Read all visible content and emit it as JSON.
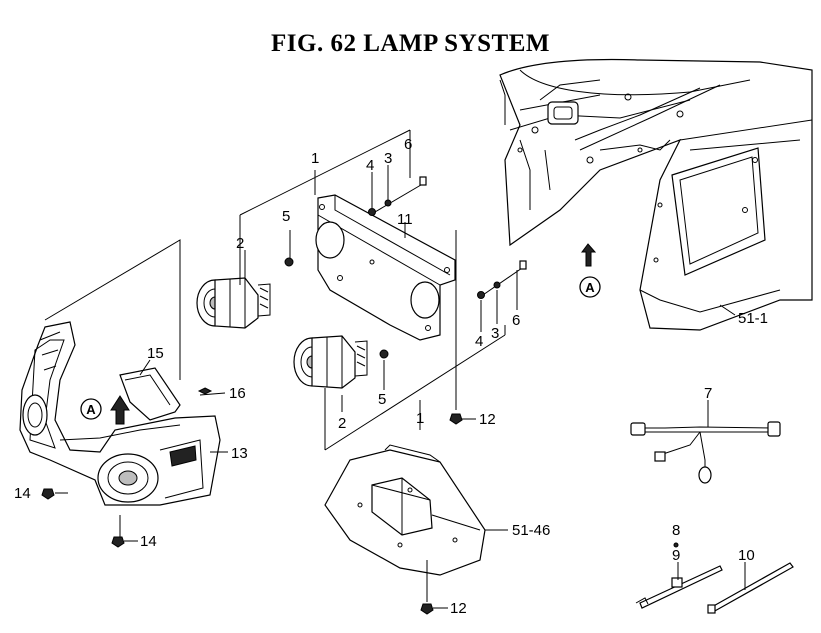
{
  "title": "FIG. 62  LAMP SYSTEM",
  "view_marker": "A",
  "callouts": {
    "c1a": "1",
    "c1b": "1",
    "c2a": "2",
    "c2b": "2",
    "c3a": "3",
    "c3b": "3",
    "c4a": "4",
    "c4b": "4",
    "c5a": "5",
    "c5b": "5",
    "c6a": "6",
    "c6b": "6",
    "c7": "7",
    "c8": "8",
    "c9": "9",
    "c10": "10",
    "c11": "11",
    "c12a": "12",
    "c12b": "12",
    "c13": "13",
    "c14a": "14",
    "c14b": "14",
    "c15": "15",
    "c16": "16",
    "c51_1": "51-1",
    "c51_46": "51-46"
  }
}
